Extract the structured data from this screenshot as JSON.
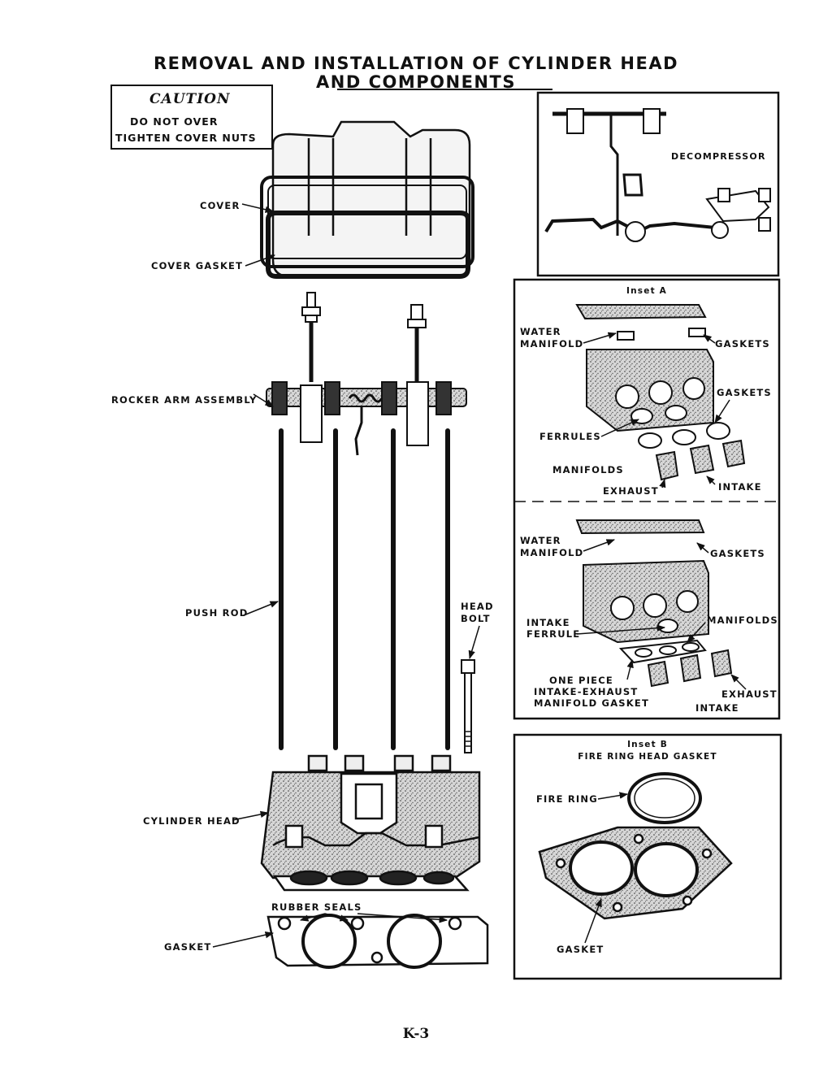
{
  "title": {
    "line1": "REMOVAL AND INSTALLATION OF CYLINDER HEAD",
    "line2": "AND COMPONENTS"
  },
  "caution": {
    "heading": "CAUTION",
    "line1": "DO NOT OVER",
    "line2": "TIGHTEN COVER NUTS"
  },
  "labels": {
    "cover": "COVER",
    "cover_gasket": "COVER GASKET",
    "rocker_arm_assembly": "ROCKER ARM ASSEMBLY",
    "push_rod": "PUSH ROD",
    "head_bolt_1": "HEAD",
    "head_bolt_2": "BOLT",
    "cylinder_head": "CYLINDER HEAD",
    "rubber_seals": "RUBBER SEALS",
    "gasket": "GASKET",
    "decompressor": "DECOMPRESSOR"
  },
  "inset_a": {
    "title": "Inset A",
    "top": {
      "water_1": "WATER",
      "water_2": "MANIFOLD",
      "gaskets_1": "GASKETS",
      "gaskets_2": "GASKETS",
      "ferrules": "FERRULES",
      "manifolds": "MANIFOLDS",
      "exhaust": "EXHAUST",
      "intake": "INTAKE"
    },
    "bottom": {
      "water_1": "WATER",
      "water_2": "MANIFOLD",
      "gaskets": "GASKETS",
      "intake_1": "INTAKE",
      "intake_2": "FERRULE",
      "manifolds": "MANIFOLDS",
      "one_piece_1": "ONE PIECE",
      "one_piece_2": "INTAKE-EXHAUST",
      "one_piece_3": "MANIFOLD GASKET",
      "exhaust": "EXHAUST",
      "intake": "INTAKE"
    }
  },
  "inset_b": {
    "title_1": "Inset B",
    "title_2": "FIRE RING HEAD GASKET",
    "fire_ring": "FIRE RING",
    "gasket": "GASKET"
  },
  "page_number": "K-3"
}
